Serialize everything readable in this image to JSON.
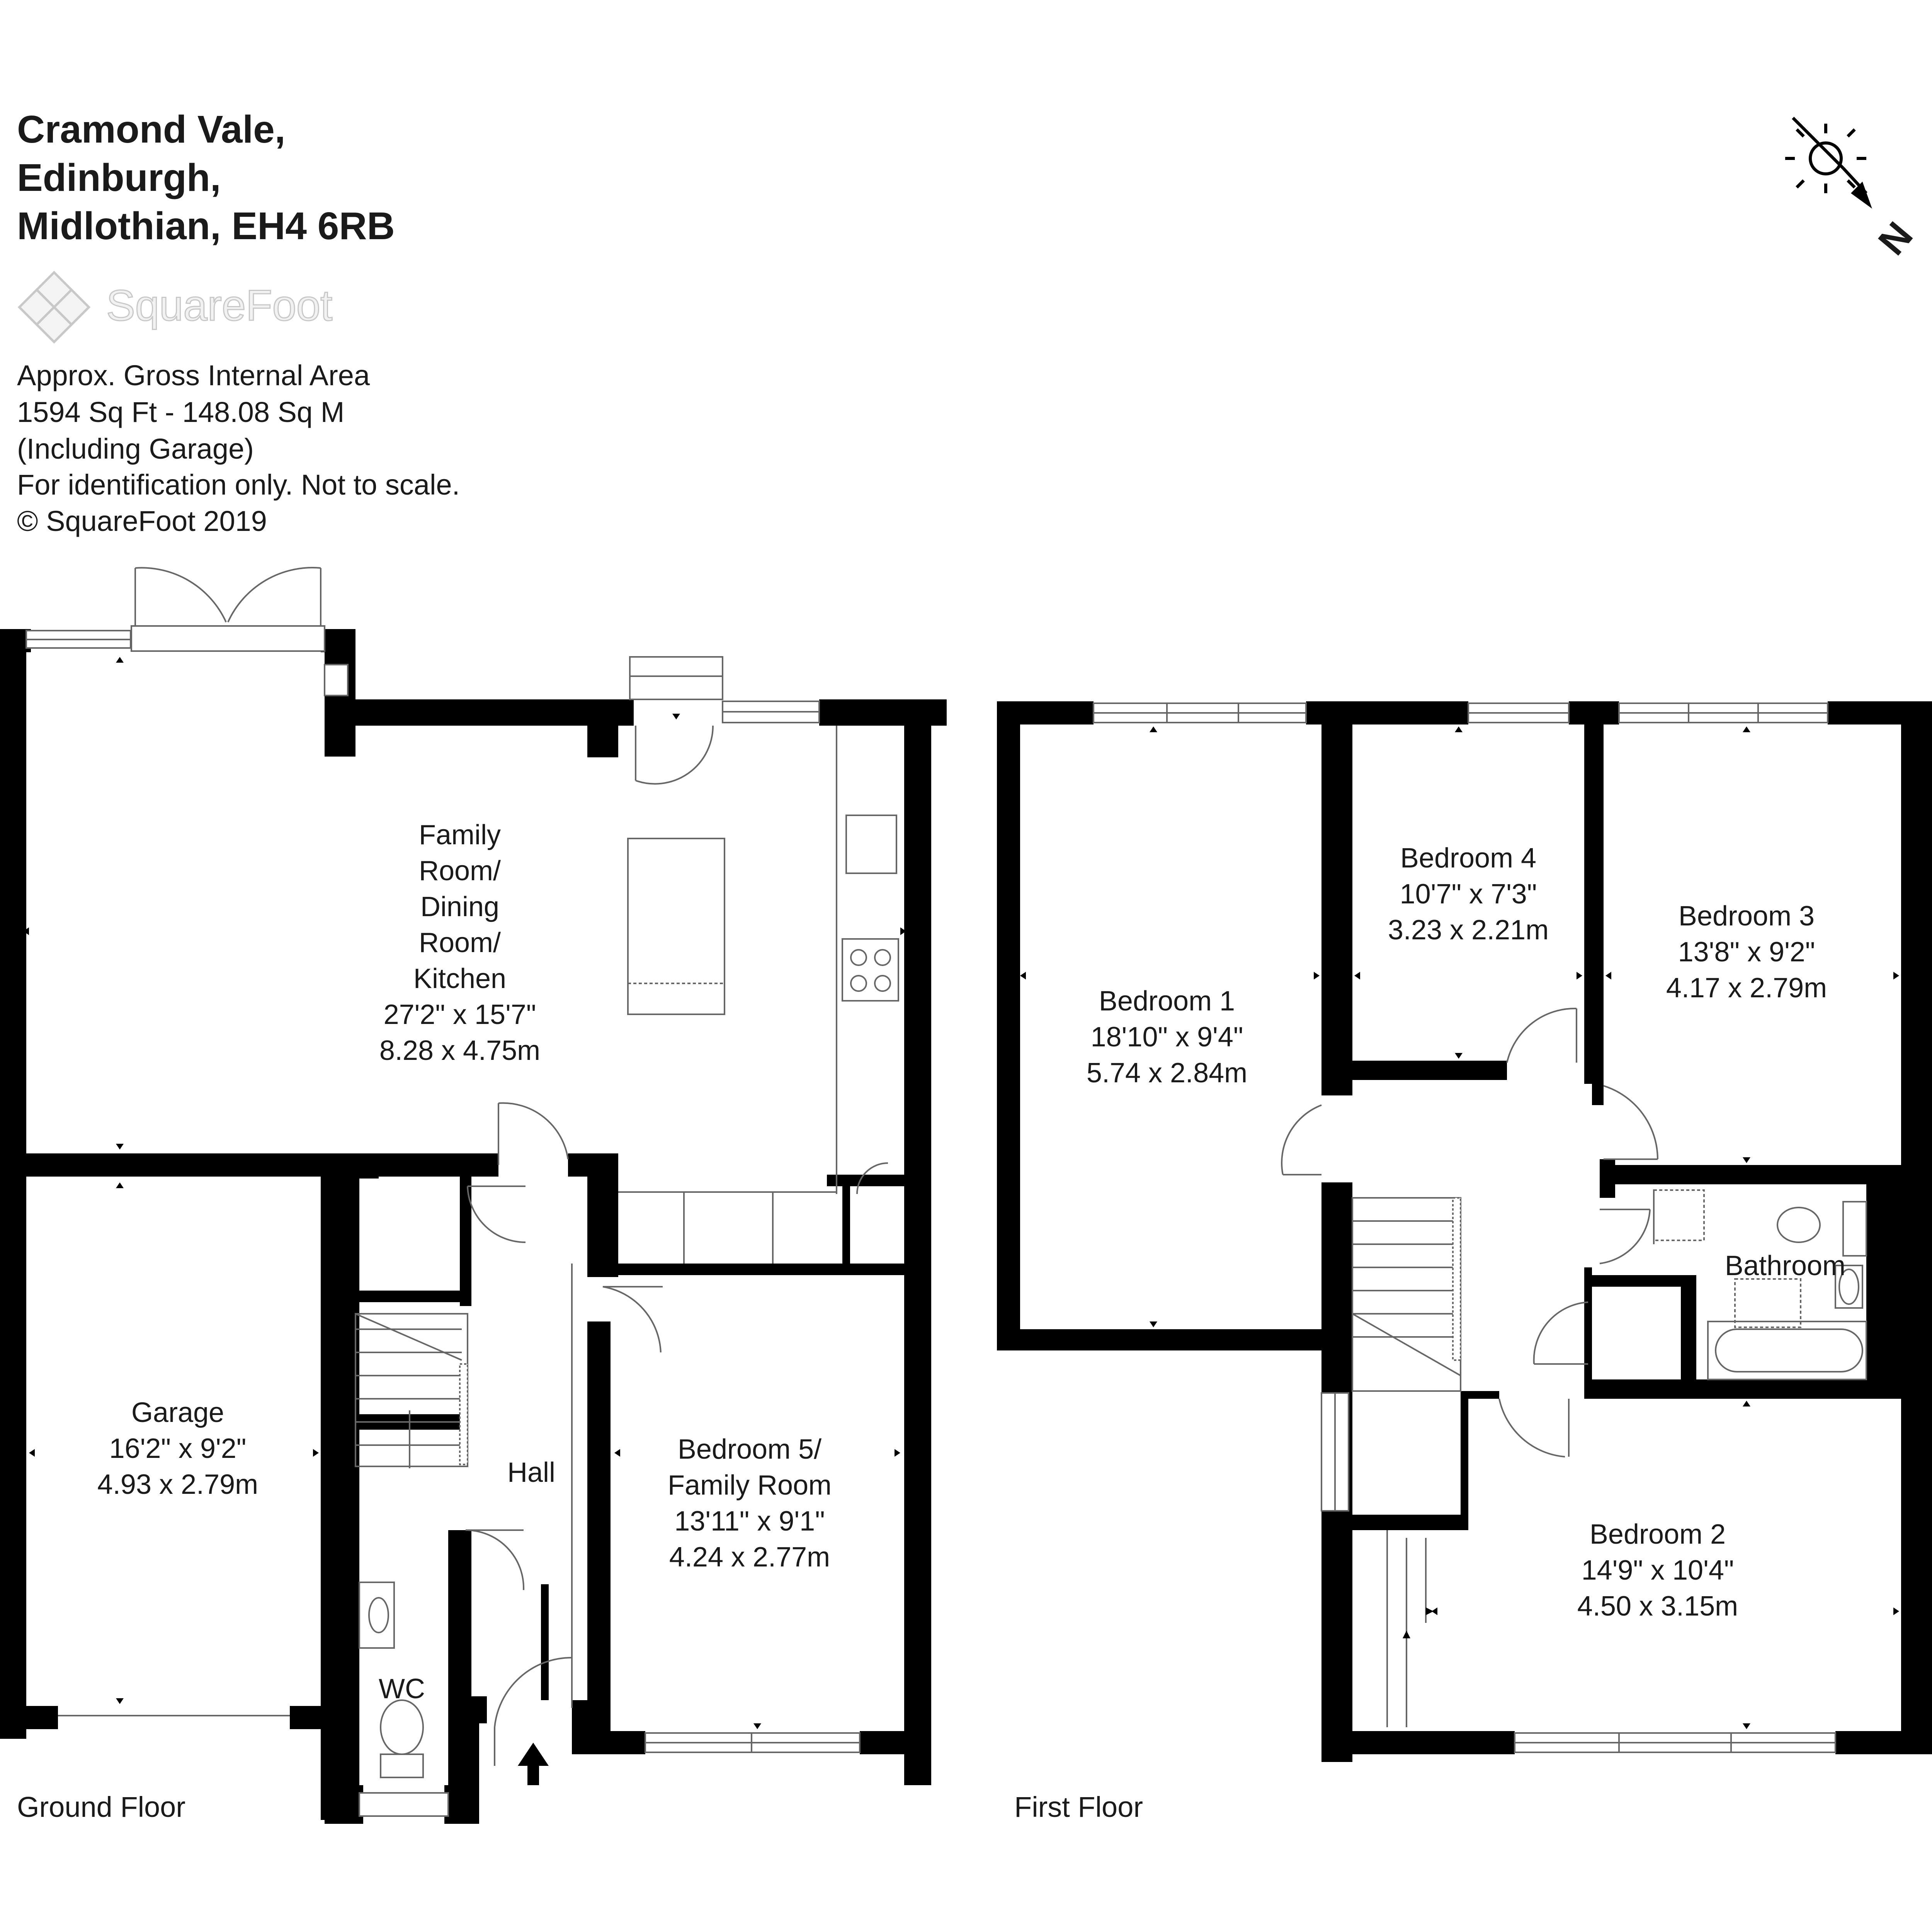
{
  "address": {
    "line1": "Cramond Vale,",
    "line2": "Edinburgh,",
    "line3": "Midlothian, EH4 6RB"
  },
  "brand": {
    "name": "SquareFoot"
  },
  "info": {
    "line1": "Approx. Gross Internal Area",
    "line2": "1594 Sq Ft  -  148.08 Sq M",
    "line3": "(Including Garage)",
    "line4": "For identification only. Not to scale.",
    "line5": "© SquareFoot 2019"
  },
  "compass": {
    "label": "N"
  },
  "ground_floor": {
    "label": "Ground Floor",
    "rooms": {
      "family": {
        "l1": "Family",
        "l2": "Room/",
        "l3": "Dining",
        "l4": "Room/",
        "l5": "Kitchen",
        "imperial": "27'2\" x 15'7\"",
        "metric": "8.28 x 4.75m"
      },
      "garage": {
        "name": "Garage",
        "imperial": "16'2\" x 9'2\"",
        "metric": "4.93 x 2.79m"
      },
      "hall": {
        "name": "Hall"
      },
      "bedroom5": {
        "l1": "Bedroom 5/",
        "l2": "Family Room",
        "imperial": "13'11\" x 9'1\"",
        "metric": "4.24 x 2.77m"
      },
      "wc": {
        "name": "WC"
      }
    }
  },
  "first_floor": {
    "label": "First Floor",
    "rooms": {
      "bedroom1": {
        "name": "Bedroom 1",
        "imperial": "18'10\" x 9'4\"",
        "metric": "5.74 x 2.84m"
      },
      "bedroom4": {
        "name": "Bedroom 4",
        "imperial": "10'7\" x 7'3\"",
        "metric": "3.23 x 2.21m"
      },
      "bedroom3": {
        "name": "Bedroom 3",
        "imperial": "13'8\" x 9'2\"",
        "metric": "4.17 x 2.79m"
      },
      "bathroom": {
        "name": "Bathroom"
      },
      "bedroom2": {
        "name": "Bedroom 2",
        "imperial": "14'9\" x 10'4\"",
        "metric": "4.50 x 3.15m"
      }
    }
  },
  "colors": {
    "wall": "#000000",
    "line": "#555555",
    "text": "#1a1a1a"
  }
}
